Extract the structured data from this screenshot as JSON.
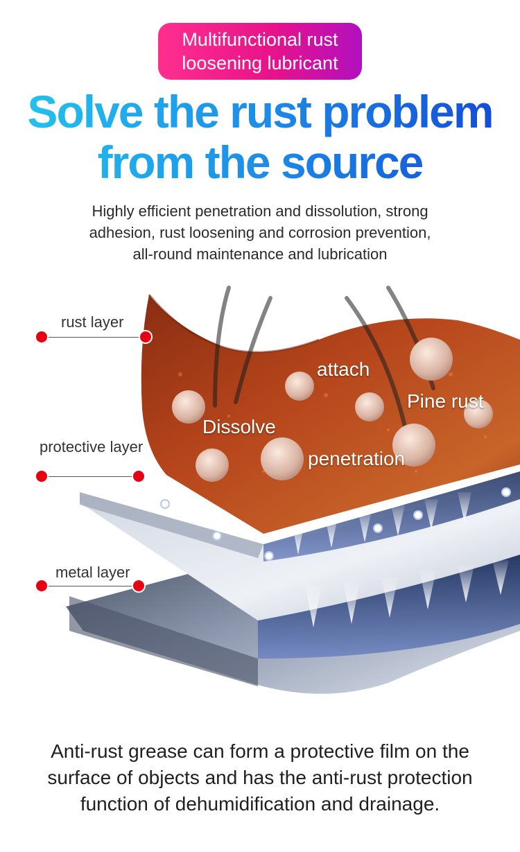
{
  "badge": {
    "line1": "Multifunctional rust",
    "line2": "loosening lubricant"
  },
  "headline": {
    "line1": "Solve the rust problem",
    "line2": "from the source"
  },
  "subtitle": {
    "line1": "Highly efficient penetration and dissolution, strong",
    "line2": "adhesion, rust loosening and corrosion prevention,",
    "line3": "all-round maintenance and lubrication"
  },
  "layers": {
    "rust": "rust layer",
    "protective": "protective layer",
    "metal": "metal layer"
  },
  "bubbles": {
    "attach": "attach",
    "pine_rust": "Pine rust",
    "dissolve": "Dissolve",
    "penetration": "penetration"
  },
  "footer": {
    "line1": "Anti-rust grease can form a protective film on the",
    "line2": "surface of objects and has the anti-rust protection",
    "line3": "function of dehumidification and drainage."
  },
  "colors": {
    "badge_gradient": [
      "#ff2f8e",
      "#b20fbf"
    ],
    "headline_gradient": [
      "#22c7ee",
      "#1346d6"
    ],
    "marker": "#e60012",
    "rust": "#b5451b"
  }
}
